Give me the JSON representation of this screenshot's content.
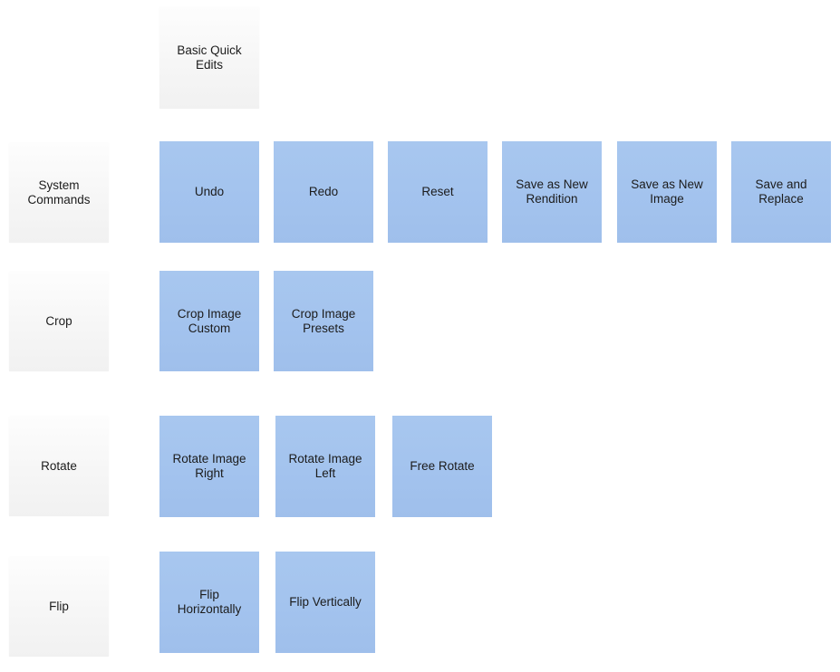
{
  "board": {
    "header_note": "Basic Quick\nEdits",
    "rows": [
      {
        "category": "System\nCommands",
        "actions": [
          "Undo",
          "Redo",
          "Reset",
          "Save as New\nRendition",
          "Save as New\nImage",
          "Save and\nReplace"
        ]
      },
      {
        "category": "Crop",
        "actions": [
          "Crop Image\nCustom",
          "Crop Image\nPresets"
        ]
      },
      {
        "category": "Rotate",
        "actions": [
          "Rotate Image\nRight",
          "Rotate Image\nLeft",
          "Free Rotate"
        ]
      },
      {
        "category": "Flip",
        "actions": [
          "Flip\nHorizontally",
          "Flip Vertically"
        ]
      }
    ]
  },
  "colors": {
    "category_note": "#f6f6f6",
    "action_note": "#a5c4ee"
  }
}
